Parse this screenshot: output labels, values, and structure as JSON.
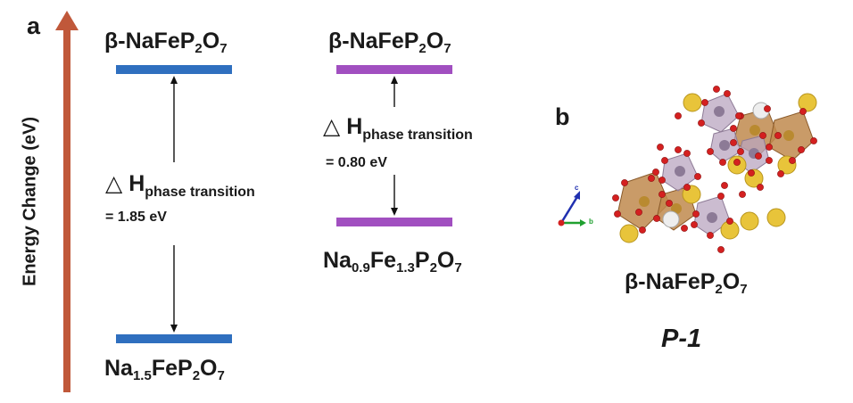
{
  "panel_a": {
    "label": "a",
    "axis_label": "Energy Change (eV)",
    "left_top": {
      "pre": "β-NaFeP",
      "s1": "2",
      "mid": "O",
      "s2": "7"
    },
    "left_bottom": {
      "a": "Na",
      "s1": "1.5",
      "b": "FeP",
      "s2": "2",
      "c": "O",
      "s3": "7"
    },
    "left_dh": {
      "symbol": "△",
      "h": "H",
      "sub": "phase transition",
      "value": "= 1.85 eV"
    },
    "right_top": {
      "pre": "β-NaFeP",
      "s1": "2",
      "mid": "O",
      "s2": "7"
    },
    "right_bottom": {
      "a": "Na",
      "s1": "0.9",
      "b": "Fe",
      "s2": "1.3",
      "c": "P",
      "s3": "2",
      "d": "O",
      "s4": "7"
    },
    "right_dh": {
      "symbol": "△",
      "h": "H",
      "sub": "phase transition",
      "value": "= 0.80 eV"
    }
  },
  "panel_b": {
    "label": "b",
    "compound": {
      "pre": "β-NaFeP",
      "s1": "2",
      "mid": "O",
      "s2": "7"
    },
    "space_group": "P-1",
    "axes": {
      "c": "c",
      "b": "b"
    }
  },
  "colors": {
    "axis_arrow": "#c0583a",
    "level_left": "#2f6fbf",
    "level_right": "#a14fc0",
    "na_atom": "#e8c43a",
    "o_atom": "#d42020",
    "fe_poly": "#c08a4e",
    "p_poly": "#b9a5c0"
  }
}
